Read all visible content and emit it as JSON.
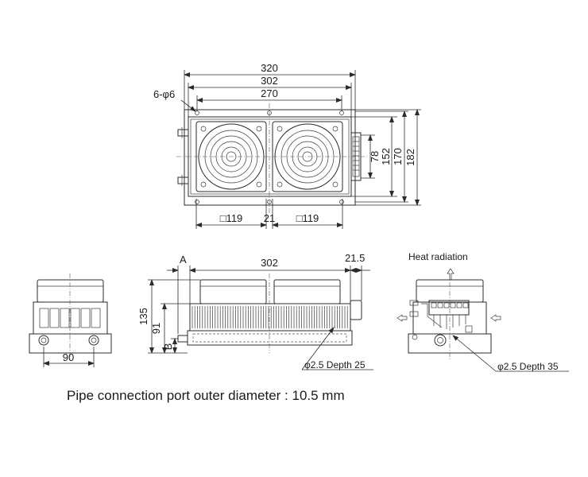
{
  "top_view": {
    "dim_width_overall": "320",
    "dim_width_mount": "302",
    "dim_width_holes": "270",
    "dim_holes_label": "6-φ6",
    "dim_fan_left": "□119",
    "dim_fan_gap": "21",
    "dim_fan_right": "□119",
    "dim_height_inner": "78",
    "dim_height_152": "152",
    "dim_height_170": "170",
    "dim_height_182": "182"
  },
  "front_view": {
    "dim_length": "302",
    "dim_a": "A",
    "dim_offset": "21.5",
    "dim_height_total": "135",
    "dim_height_91": "91",
    "dim_b": "B",
    "note_depth": "φ2.5 Depth 25"
  },
  "left_view": {
    "dim_spacing": "90"
  },
  "right_view": {
    "heat_label": "Heat radiation",
    "note_depth": "φ2.5 Depth 35"
  },
  "caption": "Pipe connection port outer diameter : 10.5 mm"
}
